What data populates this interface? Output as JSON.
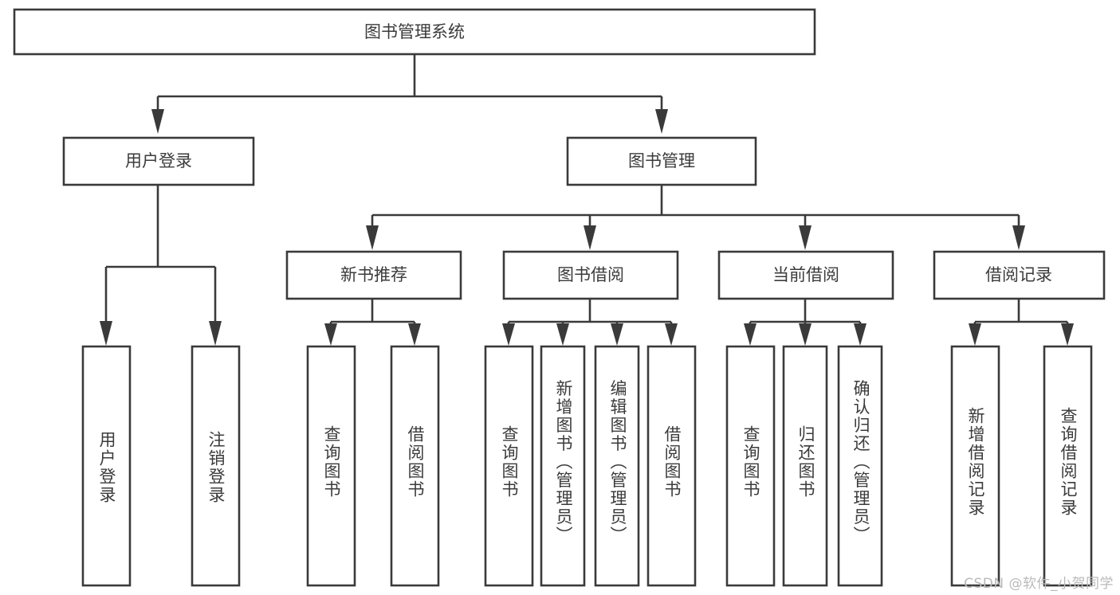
{
  "diagram": {
    "title": "图书管理系统",
    "type": "tree-hierarchy-chart",
    "watermark": "CSDN @软件_小贺同学",
    "colors": {
      "stroke": "#3a3a3a",
      "fill": "#ffffff",
      "text": "#3b3b3b",
      "watermark": "#b9b9b9"
    },
    "nodes": {
      "root": {
        "label": "图书管理系统",
        "level": 0,
        "orientation": "horizontal"
      },
      "l1": [
        {
          "label": "用户登录",
          "level": 1,
          "orientation": "horizontal"
        },
        {
          "label": "图书管理",
          "level": 1,
          "orientation": "horizontal"
        }
      ],
      "l2": [
        {
          "label": "新书推荐",
          "level": 2,
          "orientation": "horizontal"
        },
        {
          "label": "图书借阅",
          "level": 2,
          "orientation": "horizontal"
        },
        {
          "label": "当前借阅",
          "level": 2,
          "orientation": "horizontal"
        },
        {
          "label": "借阅记录",
          "level": 2,
          "orientation": "horizontal"
        }
      ],
      "leaves_user_login": [
        {
          "label": "用户登录",
          "level": 2,
          "orientation": "vertical"
        },
        {
          "label": "注销登录",
          "level": 2,
          "orientation": "vertical"
        }
      ],
      "leaves_new_book": [
        {
          "label": "查询图书",
          "level": 3,
          "orientation": "vertical"
        },
        {
          "label": "借阅图书",
          "level": 3,
          "orientation": "vertical"
        }
      ],
      "leaves_borrow": [
        {
          "label": "查询图书",
          "level": 3,
          "orientation": "vertical"
        },
        {
          "label": "新增图书（管理员）",
          "level": 3,
          "orientation": "vertical"
        },
        {
          "label": "编辑图书（管理员）",
          "level": 3,
          "orientation": "vertical"
        },
        {
          "label": "借阅图书",
          "level": 3,
          "orientation": "vertical"
        }
      ],
      "leaves_current": [
        {
          "label": "查询图书",
          "level": 3,
          "orientation": "vertical"
        },
        {
          "label": "归还图书",
          "level": 3,
          "orientation": "vertical"
        },
        {
          "label": "确认归还（管理员）",
          "level": 3,
          "orientation": "vertical"
        }
      ],
      "leaves_records": [
        {
          "label": "新增借阅记录",
          "level": 3,
          "orientation": "vertical"
        },
        {
          "label": "查询借阅记录",
          "level": 3,
          "orientation": "vertical"
        }
      ]
    }
  }
}
